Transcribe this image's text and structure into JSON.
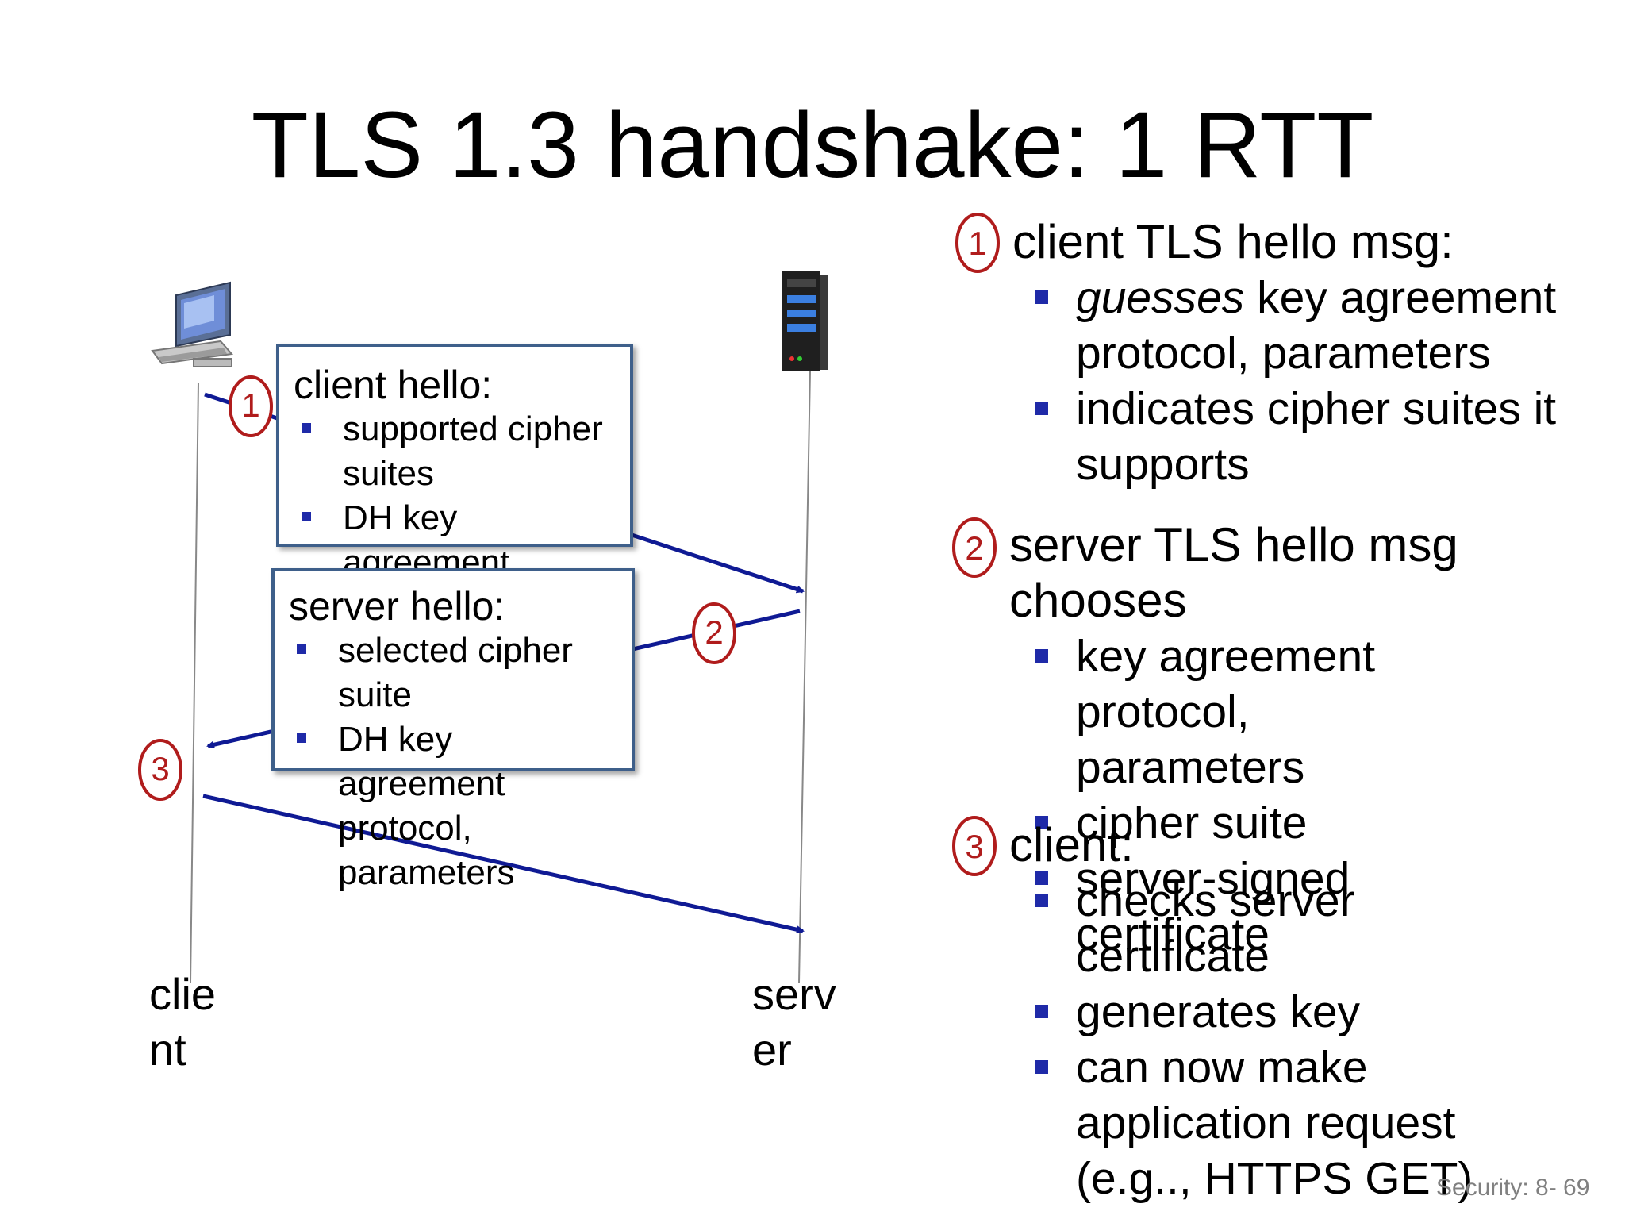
{
  "title": "TLS 1.3 handshake: 1 RTT",
  "diagram": {
    "client_label": "client",
    "server_label": "server",
    "step_numbers": [
      "1",
      "2",
      "3"
    ],
    "client_hello_box": {
      "title": "client hello:",
      "items": [
        "supported cipher suites",
        "DH key agreement"
      ]
    },
    "server_hello_box": {
      "title": "server hello:",
      "items": [
        "selected cipher suite",
        "DH key agreement protocol, parameters"
      ]
    }
  },
  "right_panel": {
    "step1": {
      "number": "1",
      "heading": "client TLS hello msg:",
      "items": [
        {
          "emphasis": "guesses",
          "text": " key agreement protocol, parameters"
        },
        {
          "emphasis": "",
          "text": "indicates cipher suites it supports"
        }
      ]
    },
    "step2": {
      "number": "2",
      "heading_line1": "server TLS hello msg",
      "heading_line2": "chooses",
      "items": [
        "key agreement protocol, parameters",
        "cipher suite",
        "server-signed certificate"
      ]
    },
    "step3": {
      "number": "3",
      "heading": "client:",
      "items": [
        "checks server certificate",
        "generates key",
        "can now make application request (e.g.., HTTPS GET)"
      ]
    }
  },
  "footer": "Security: 8- 69",
  "colors": {
    "arrow": "#0f1a94",
    "step_circle": "#b01c1c",
    "box_border": "#3e5f8a",
    "bullet": "#1f2aa8"
  },
  "icons": {
    "client": "desktop-computer-icon",
    "server": "server-tower-icon"
  }
}
